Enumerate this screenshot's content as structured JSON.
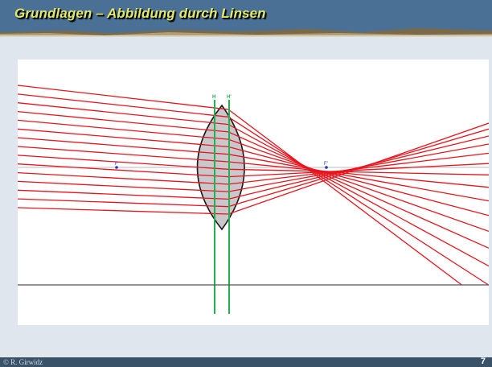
{
  "slide": {
    "title": "Grundlagen – Abbildung durch Linsen",
    "copyright": "© R. Girwidz",
    "page_number": "7"
  },
  "diagram": {
    "labels": {
      "focal_left": "F",
      "focal_right": "F'",
      "principal_plane_1": "H",
      "principal_plane_2": "H'"
    },
    "colors": {
      "ray": "#e8141c",
      "principal_plane": "#22b14c",
      "lens_fill": "#c8c8cc",
      "lens_outline": "#1a1a1a",
      "focal_point": "#2030d0",
      "optical_axis": "#b9b9b9",
      "baseline": "#555555",
      "header_bg": "#4a7195",
      "title_text": "#e2ea68",
      "footer_bg": "#3a5268"
    },
    "ray_count": 15
  }
}
